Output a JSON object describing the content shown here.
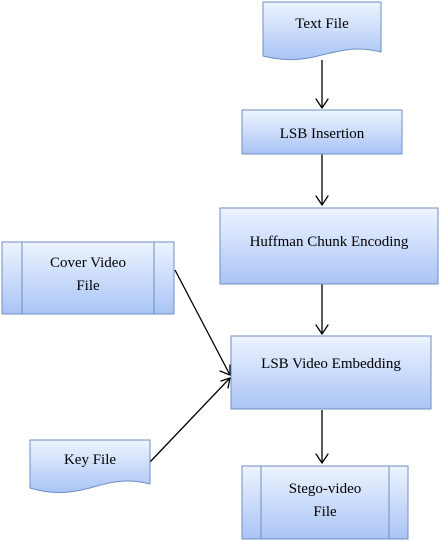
{
  "colors": {
    "fill_top": "#eef4ff",
    "fill_bottom": "#a9c4f5",
    "border": "#6f8fc4",
    "arrow": "#000000",
    "text": "#000000"
  },
  "nodes": {
    "text_file": {
      "line1": "Text File",
      "shape": "document"
    },
    "lsb_insertion": {
      "line1": "LSB Insertion",
      "shape": "process"
    },
    "huffman": {
      "line1": "Huffman Chunk Encoding",
      "shape": "process"
    },
    "cover_video": {
      "line1": "Cover Video",
      "line2": "File",
      "shape": "predefined-process"
    },
    "lsb_embedding": {
      "line1": "LSB Video Embedding",
      "shape": "process"
    },
    "key_file": {
      "line1": "Key File",
      "shape": "document"
    },
    "stego_video": {
      "line1": "Stego-video",
      "line2": "File",
      "shape": "predefined-process"
    }
  },
  "edges": [
    {
      "from": "text_file",
      "to": "lsb_insertion"
    },
    {
      "from": "lsb_insertion",
      "to": "huffman"
    },
    {
      "from": "huffman",
      "to": "lsb_embedding"
    },
    {
      "from": "cover_video",
      "to": "lsb_embedding"
    },
    {
      "from": "key_file",
      "to": "lsb_embedding"
    },
    {
      "from": "lsb_embedding",
      "to": "stego_video"
    }
  ]
}
